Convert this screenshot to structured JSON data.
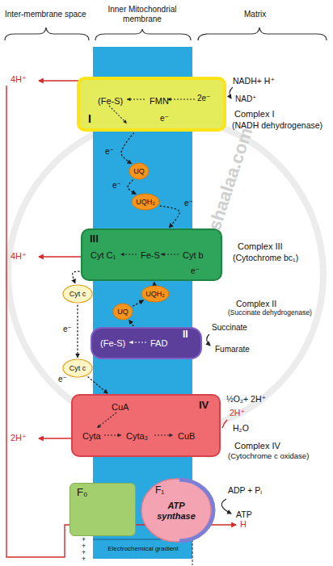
{
  "diagram": {
    "nodes": [
      {
        "text": [
          "(Fe-S)",
          "FMN",
          "I",
          "Complex I",
          "(NADH dehydrogenase)"
        ]
      },
      {
        "text": [
          "UQ"
        ]
      },
      {
        "text": [
          "UQH₂"
        ]
      },
      {
        "text": [
          "Cyt C₁",
          "Fe-S",
          "Cyt b",
          "III",
          "Complex III",
          "(Cytochrome bc₁)"
        ]
      },
      {
        "text": [
          "Cyt c"
        ]
      },
      {
        "text": [
          "UQH₂"
        ]
      },
      {
        "text": [
          "UQ"
        ]
      },
      {
        "text": [
          "(Fe-S)",
          "FAD",
          "II",
          "Complex II",
          "(Succinate dehydrogenase)"
        ]
      },
      {
        "text": [
          "Cyt c"
        ]
      },
      {
        "text": [
          "CuA",
          "Cyta",
          "Cyta₃",
          "CuB",
          "IV",
          "Complex IV",
          "(Cytochrome c oxidase)"
        ]
      },
      {
        "text": [
          "F₀"
        ]
      },
      {
        "text": [
          "F₁",
          "ATP synthase"
        ]
      }
    ],
    "edges": [
      {
        "from": 0,
        "to": 1,
        "arrow": "to",
        "label": "e⁻"
      },
      {
        "from": 1,
        "to": 2,
        "arrow": "to",
        "label": "e⁻"
      },
      {
        "from": 2,
        "to": 3,
        "arrow": "to",
        "label": "e⁻"
      },
      {
        "from": 3,
        "to": 4,
        "arrow": "to"
      },
      {
        "from": 4,
        "to": 8,
        "arrow": "to",
        "label": "e⁻"
      },
      {
        "from": 8,
        "to": 9,
        "arrow": "to",
        "label": "e⁻"
      },
      {
        "from": 7,
        "to": 6,
        "arrow": "to"
      },
      {
        "from": 6,
        "to": 5,
        "arrow": "to"
      },
      {
        "from": 5,
        "to": 3,
        "arrow": "to"
      }
    ],
    "labels": [
      "Inter-membrane space",
      "Inner Mitochondrial membrane",
      "Matrix",
      "NADH+ H⁺",
      "NAD⁺",
      "2e⁻",
      "e⁻",
      "4H⁺",
      "4H⁺",
      "e⁻",
      "Succinate",
      "Fumarate",
      "2H⁺",
      "½O₂+ 2H⁺",
      "2H⁺",
      "H₂O",
      "ADP + Pᵢ",
      "ATP",
      "H",
      "Electrochemical gradient",
      "+",
      "+",
      "+",
      "+",
      "shaalaa.com"
    ]
  }
}
